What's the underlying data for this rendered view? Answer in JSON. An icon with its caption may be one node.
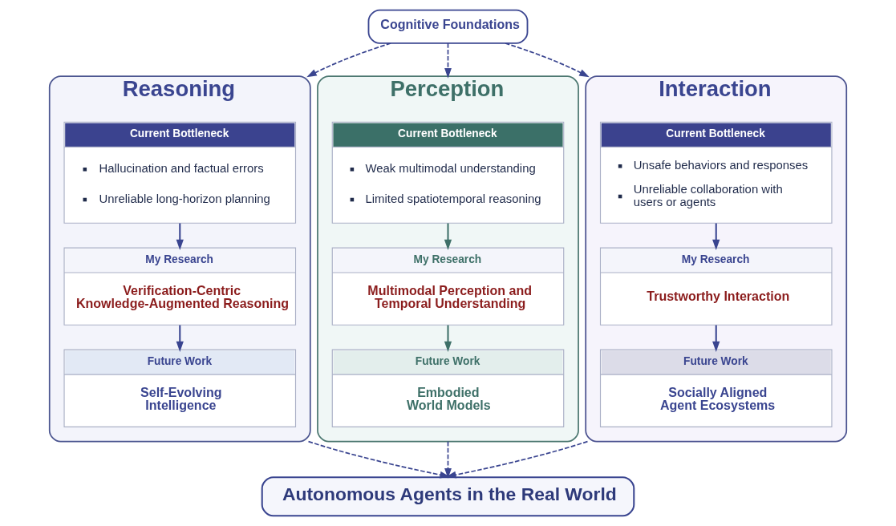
{
  "diagram": {
    "nodes": [
      {
        "text": [
          "Cognitive Foundations"
        ]
      },
      {
        "text": [
          "Reasoning"
        ]
      },
      {
        "text": [
          "Current Bottleneck",
          "Hallucination and factual errors",
          "Unreliable long-horizon planning"
        ],
        "in": 1
      },
      {
        "text": [
          "My Research",
          "Verification-Centric Knowledge-Augmented Reasoning"
        ],
        "in": 1
      },
      {
        "text": [
          "Future Work",
          "Self-Evolving Intelligence"
        ],
        "in": 1
      },
      {
        "text": [
          "Perception"
        ]
      },
      {
        "text": [
          "Current Bottleneck",
          "Weak multimodal understanding",
          "Limited spatiotemporal reasoning"
        ],
        "in": 5
      },
      {
        "text": [
          "My Research",
          "Multimodal Perception and Temporal Understanding"
        ],
        "in": 5
      },
      {
        "text": [
          "Future Work",
          "Embodied World Models"
        ],
        "in": 5
      },
      {
        "text": [
          "Interaction"
        ]
      },
      {
        "text": [
          "Current Bottleneck",
          "Unsafe behaviors and responses",
          "Unreliable collaboration with users or agents"
        ],
        "in": 9
      },
      {
        "text": [
          "My Research",
          "Trustworthy Interaction"
        ],
        "in": 9
      },
      {
        "text": [
          "Future Work",
          "Socially Aligned Agent Ecosystems"
        ],
        "in": 9
      },
      {
        "text": [
          "Autonomous Agents in the Real World"
        ]
      }
    ],
    "edges": [
      {
        "from": 0,
        "to": 1,
        "arrow": "to",
        "style": "dashed"
      },
      {
        "from": 0,
        "to": 5,
        "arrow": "to",
        "style": "dashed"
      },
      {
        "from": 0,
        "to": 9,
        "arrow": "to",
        "style": "dashed"
      },
      {
        "from": 2,
        "to": 3,
        "arrow": "to"
      },
      {
        "from": 3,
        "to": 4,
        "arrow": "to"
      },
      {
        "from": 6,
        "to": 7,
        "arrow": "to",
        "color": "#3e7068"
      },
      {
        "from": 7,
        "to": 8,
        "arrow": "to",
        "color": "#3e7068"
      },
      {
        "from": 10,
        "to": 11,
        "arrow": "to"
      },
      {
        "from": 11,
        "to": 12,
        "arrow": "to"
      },
      {
        "from": 1,
        "to": 13,
        "arrow": "to",
        "style": "dashed"
      },
      {
        "from": 5,
        "to": 13,
        "arrow": "to",
        "style": "dashed"
      },
      {
        "from": 9,
        "to": 13,
        "arrow": "to",
        "style": "dashed"
      }
    ]
  }
}
